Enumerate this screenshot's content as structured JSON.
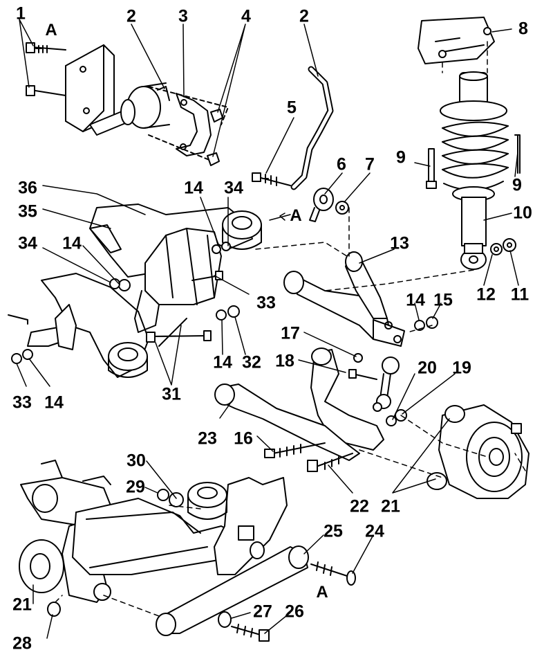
{
  "diagram": {
    "colors": {
      "ink": "#000000",
      "paper": "#ffffff",
      "shade": "#d9d9d9"
    },
    "callouts": [
      "1",
      "2",
      "3",
      "4",
      "2",
      "8",
      "5",
      "6",
      "7",
      "9",
      "9",
      "36",
      "14",
      "34",
      "10",
      "35",
      "A",
      "34",
      "14",
      "13",
      "33",
      "12",
      "11",
      "14",
      "15",
      "17",
      "14",
      "32",
      "18",
      "20",
      "19",
      "33",
      "14",
      "31",
      "23",
      "16",
      "30",
      "29",
      "22",
      "21",
      "25",
      "24",
      "A",
      "21",
      "27",
      "26",
      "28"
    ],
    "labels_top": {
      "a": "A"
    }
  }
}
